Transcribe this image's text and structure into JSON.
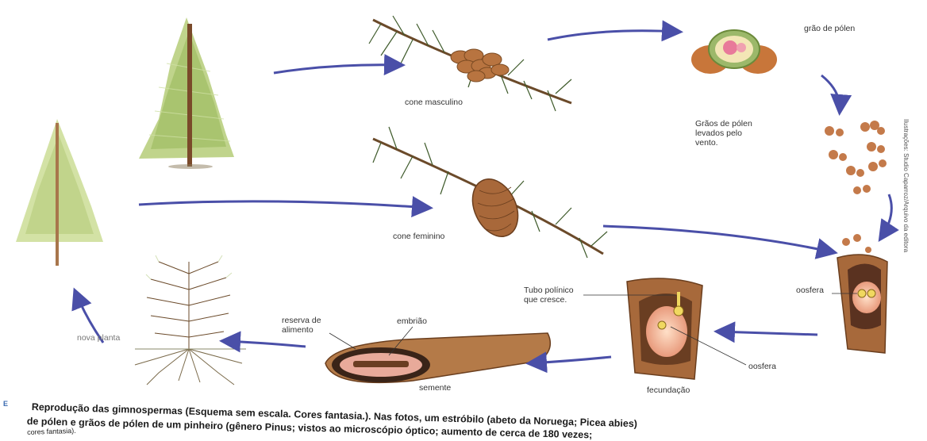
{
  "labels": {
    "cone_masculino": "cone masculino",
    "grao_de_polen": "grão de pólen",
    "graos_levados": "Grãos de pólen\nlevados pelo\nvento.",
    "cone_feminino": "cone feminino",
    "oosfera_right": "oosfera",
    "tubo_polinico": "Tubo polínico\nque cresce.",
    "oosfera_mid": "oosfera",
    "fecundacao": "fecundação",
    "reserva": "reserva de\nalimento",
    "embriao": "embrião",
    "semente": "semente",
    "nova_planta": "nova planta"
  },
  "caption": {
    "number": "E",
    "line1": "Reprodução das gimnospermas (Esquema sem escala. Cores fantasia.). Nas fotos, um estróbilo (abeto da Noruega; Picea abies)",
    "line2": "de pólen e grãos de pólen de um pinheiro (gênero Pinus; vistos ao microscópio óptico; aumento de cerca de 180 vezes;",
    "line3": "cores fantasia)."
  },
  "credit": "Ilustrações: Studio Caparroz/Arquivo da editora"
}
